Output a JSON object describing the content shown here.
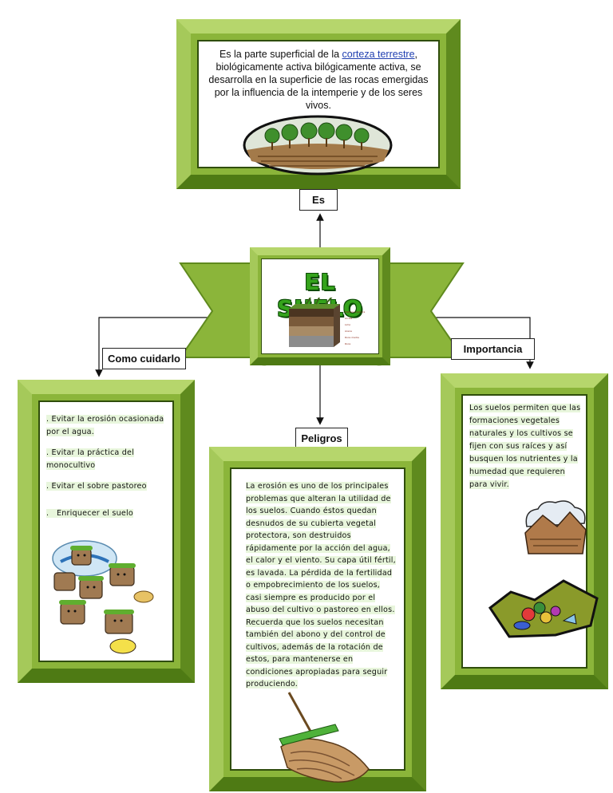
{
  "center": {
    "title": "EL SUELO",
    "legend_items": [
      "Materia orgánica",
      "Arcilla",
      "Limo",
      "Arena",
      "Roca madre",
      "Roca"
    ]
  },
  "top": {
    "text_before_link": "Es la parte superficial de la ",
    "link_text": "corteza terrestre",
    "text_after_link": ", biológicamente activa bilógicamente activa, se desarrolla en la superficie de las rocas emergidas por la influencia de la intemperie y de los seres vivos."
  },
  "labels": {
    "es": "Es",
    "como_cuidarlo": "Como cuidarlo",
    "importancia": "Importancia",
    "peligros": "Peligros"
  },
  "left": {
    "items": [
      ". Evitar la erosión ocasionada por el agua.",
      ". Evitar la práctica del monocultivo",
      ". Evitar el sobre pastoreo",
      ".   Enriquecer el suelo"
    ]
  },
  "right": {
    "text": "Los suelos permiten que las formaciones vegetales naturales y los cultivos se fijen con sus raíces y así busquen los nutrientes y la humedad que requieren para vivir."
  },
  "bottom": {
    "text": "La erosión es uno de los principales problemas que alteran la utilidad de los suelos. Cuando éstos quedan desnudos de su cubierta vegetal protectora, son destruidos rápidamente por la acción del agua, el calor y el viento. Su capa útil fértil, es lavada. La pérdida de la fertilidad o empobrecimiento de los suelos, casi siempre es producido por el abuso del cultivo o pastoreo en ellos. Recuerda que los suelos necesitan también del abono y del control de cultivos, además de la rotación de estos, para mantenerse  en condiciones apropiadas para seguir produciendo."
  },
  "colors": {
    "frame_green": "#8bb53a",
    "title_green": "#35a31c",
    "link_blue": "#1f3fb0"
  }
}
